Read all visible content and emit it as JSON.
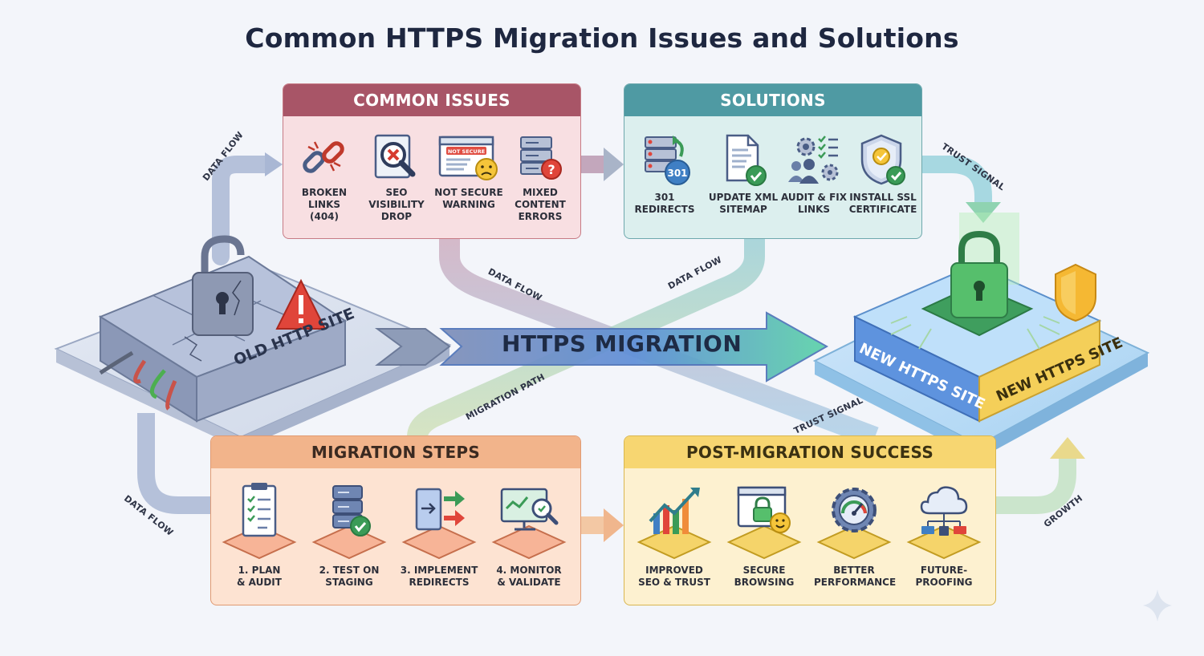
{
  "title": "Common HTTPS Migration Issues and Solutions",
  "colors": {
    "issues": "#a85567",
    "solutions": "#4f9aa3",
    "steps": "#f2b48b",
    "success": "#f7d671",
    "secure_green": "#4caf50",
    "warning_red": "#e0453a"
  },
  "issues": {
    "header": "COMMON ISSUES",
    "items": [
      {
        "label": "BROKEN LINKS\n(404)",
        "icon": "broken-link-icon"
      },
      {
        "label": "SEO VISIBILITY\nDROP",
        "icon": "magnifier-x-icon"
      },
      {
        "label": "NOT SECURE\nWARNING",
        "icon": "not-secure-browser-icon",
        "badge": "NOT SECURE"
      },
      {
        "label": "MIXED CONTENT\nERRORS",
        "icon": "server-error-icon"
      }
    ]
  },
  "solutions": {
    "header": "SOLUTIONS",
    "items": [
      {
        "label": "301\nREDIRECTS",
        "icon": "server-redirect-icon",
        "badge": "301"
      },
      {
        "label": "UPDATE XML\nSITEMAP",
        "icon": "sitemap-document-icon"
      },
      {
        "label": "AUDIT & FIX\nLINKS",
        "icon": "audit-gears-icon"
      },
      {
        "label": "INSTALL SSL\nCERTIFICATE",
        "icon": "ssl-shield-icon"
      }
    ]
  },
  "steps": {
    "header": "MIGRATION STEPS",
    "items": [
      {
        "label": "1. PLAN\n& AUDIT",
        "icon": "clipboard-checklist-icon"
      },
      {
        "label": "2. TEST ON\nSTAGING",
        "icon": "staging-server-icon"
      },
      {
        "label": "3. IMPLEMENT\nREDIRECTS",
        "icon": "redirect-arrows-icon"
      },
      {
        "label": "4. MONITOR\n& VALIDATE",
        "icon": "monitor-magnifier-icon"
      }
    ]
  },
  "success": {
    "header": "POST-MIGRATION SUCCESS",
    "items": [
      {
        "label": "IMPROVED\nSEO & TRUST",
        "icon": "growth-chart-icon"
      },
      {
        "label": "SECURE\nBROWSING",
        "icon": "secure-browser-icon"
      },
      {
        "label": "BETTER\nPERFORMANCE",
        "icon": "speed-gauge-icon"
      },
      {
        "label": "FUTURE-\nPROOFING",
        "icon": "cloud-network-icon"
      }
    ]
  },
  "center": {
    "migration": "HTTPS MIGRATION",
    "old_site": "OLD HTTP SITE",
    "new_site_front": "NEW HTTPS SITE",
    "new_site_side": "NEW HTTPS SITE"
  },
  "flows": {
    "data_flow_left_top": "DATA FLOW",
    "data_flow_mid_left": "DATA FLOW",
    "data_flow_mid_right": "DATA FLOW",
    "data_flow_left_bottom": "DATA FLOW",
    "trust_signal_top": "TRUST SIGNAL",
    "trust_signal_bottom": "TRUST SIGNAL",
    "migration_path": "MIGRATION PATH",
    "growth": "GROWTH"
  }
}
